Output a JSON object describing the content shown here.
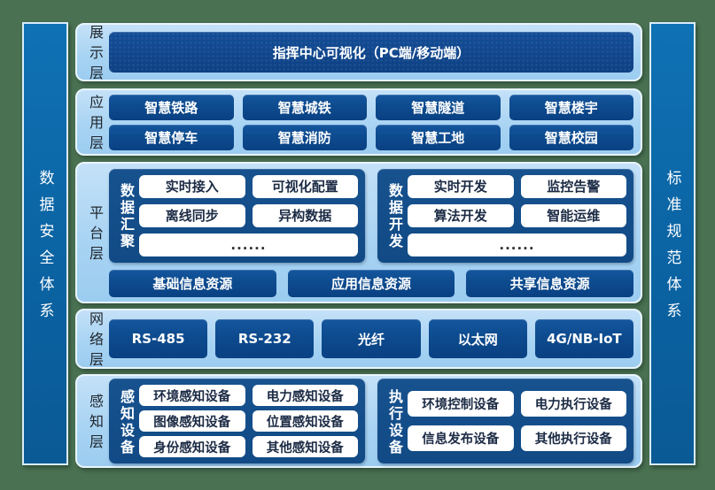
{
  "colors": {
    "page_background": "#4a7152",
    "panel_light_blue": "#a9d4f3",
    "dark_box_blue": "#0d4b8e",
    "sidebar_blue": "#0b64a4",
    "white_box_text": "#1c2b45"
  },
  "sidebars": {
    "left": "数据安全体系",
    "right": "标准规范体系"
  },
  "presentation": {
    "label": "展示层",
    "title": "指挥中心可视化（PC端/移动端）"
  },
  "application": {
    "label": "应用层",
    "items": [
      "智慧铁路",
      "智慧城铁",
      "智慧隧道",
      "智慧楼宇",
      "智慧停车",
      "智慧消防",
      "智慧工地",
      "智慧校园"
    ]
  },
  "platform": {
    "label": "平台层",
    "groups": [
      {
        "label": "数据汇聚",
        "items": [
          "实时接入",
          "可视化配置",
          "离线同步",
          "异构数据"
        ],
        "more": "......"
      },
      {
        "label": "数据开发",
        "items": [
          "实时开发",
          "监控告警",
          "算法开发",
          "智能运维"
        ],
        "more": "......"
      }
    ],
    "resources": [
      "基础信息资源",
      "应用信息资源",
      "共享信息资源"
    ]
  },
  "network": {
    "label": "网络层",
    "items": [
      "RS-485",
      "RS-232",
      "光纤",
      "以太网",
      "4G/NB-IoT"
    ]
  },
  "perception": {
    "label": "感知层",
    "groups": [
      {
        "label": "感知设备",
        "items": [
          "环境感知设备",
          "电力感知设备",
          "图像感知设备",
          "位置感知设备",
          "身份感知设备",
          "其他感知设备"
        ]
      },
      {
        "label": "执行设备",
        "items": [
          "环境控制设备",
          "电力执行设备",
          "信息发布设备",
          "其他执行设备"
        ]
      }
    ]
  }
}
